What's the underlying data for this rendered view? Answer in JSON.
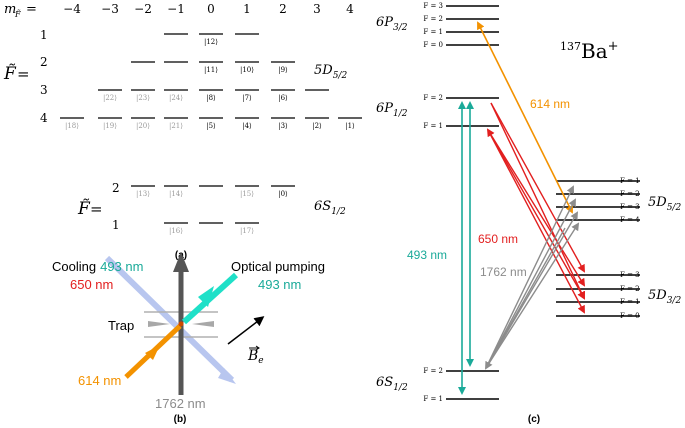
{
  "colors": {
    "teal": "#1aaa99",
    "red": "#e21f1f",
    "orange": "#f39200",
    "gray": "#8c8c8c",
    "dark": "#555555",
    "lightblue": "#b8c6ef",
    "cyan": "#1fe0c8",
    "black": "#000000"
  },
  "panel_a": {
    "caption": "(a)",
    "mF_label": "m",
    "mF_sub": "F̃",
    "mF_eq": "=",
    "mF_values": [
      "−4",
      "−3",
      "−2",
      "−1",
      "0",
      "1",
      "2",
      "3",
      "4"
    ],
    "F_symbol": "F̃",
    "F_eq": "=",
    "F_upper_values": [
      "1",
      "2",
      "3",
      "4"
    ],
    "F_lower_values": [
      "2",
      "1"
    ],
    "state_upper": "5D",
    "state_upper_sub": "5/2",
    "state_lower": "6S",
    "state_lower_sub": "1/2",
    "kets_black": [
      "|12⟩",
      "|11⟩",
      "|10⟩",
      "|9⟩",
      "|8⟩",
      "|7⟩",
      "|6⟩",
      "|5⟩",
      "|4⟩",
      "|3⟩",
      "|2⟩",
      "|1⟩",
      "|0⟩"
    ],
    "kets_gray": [
      "|22⟩",
      "|23⟩",
      "|24⟩",
      "|18⟩",
      "|19⟩",
      "|20⟩",
      "|21⟩",
      "|13⟩",
      "|14⟩",
      "|15⟩",
      "|16⟩",
      "|17⟩"
    ]
  },
  "panel_b": {
    "caption": "(b)",
    "cooling_word": "Cooling",
    "cooling_wl": "493 nm",
    "cooling_wl2": "650 nm",
    "pumping_label": "Optical pumping",
    "pumping_wl": "493 nm",
    "trap_label": "Trap",
    "orange_wl": "614 nm",
    "gray_wl": "1762 nm",
    "field_label": "B",
    "field_sub": "e"
  },
  "panel_c": {
    "caption": "(c)",
    "ion_mass": "137",
    "ion_name": "Ba",
    "ion_charge": "+",
    "levels": {
      "P32": {
        "name": "6P",
        "sub": "3/2",
        "F": [
          "F = 3",
          "F = 2",
          "F = 1",
          "F = 0"
        ]
      },
      "P12": {
        "name": "6P",
        "sub": "1/2",
        "F": [
          "F = 2",
          "F = 1"
        ]
      },
      "D52": {
        "name": "5D",
        "sub": "5/2",
        "F": [
          "F = 1",
          "F = 2",
          "F = 3",
          "F = 4"
        ]
      },
      "D32": {
        "name": "5D",
        "sub": "3/2",
        "F": [
          "F = 3",
          "F = 2",
          "F = 1",
          "F = 0"
        ]
      },
      "S12": {
        "name": "6S",
        "sub": "1/2",
        "F": [
          "F = 2",
          "F = 1"
        ]
      }
    },
    "wl_614": "614 nm",
    "wl_650": "650 nm",
    "wl_493": "493 nm",
    "wl_1762": "1762 nm"
  }
}
